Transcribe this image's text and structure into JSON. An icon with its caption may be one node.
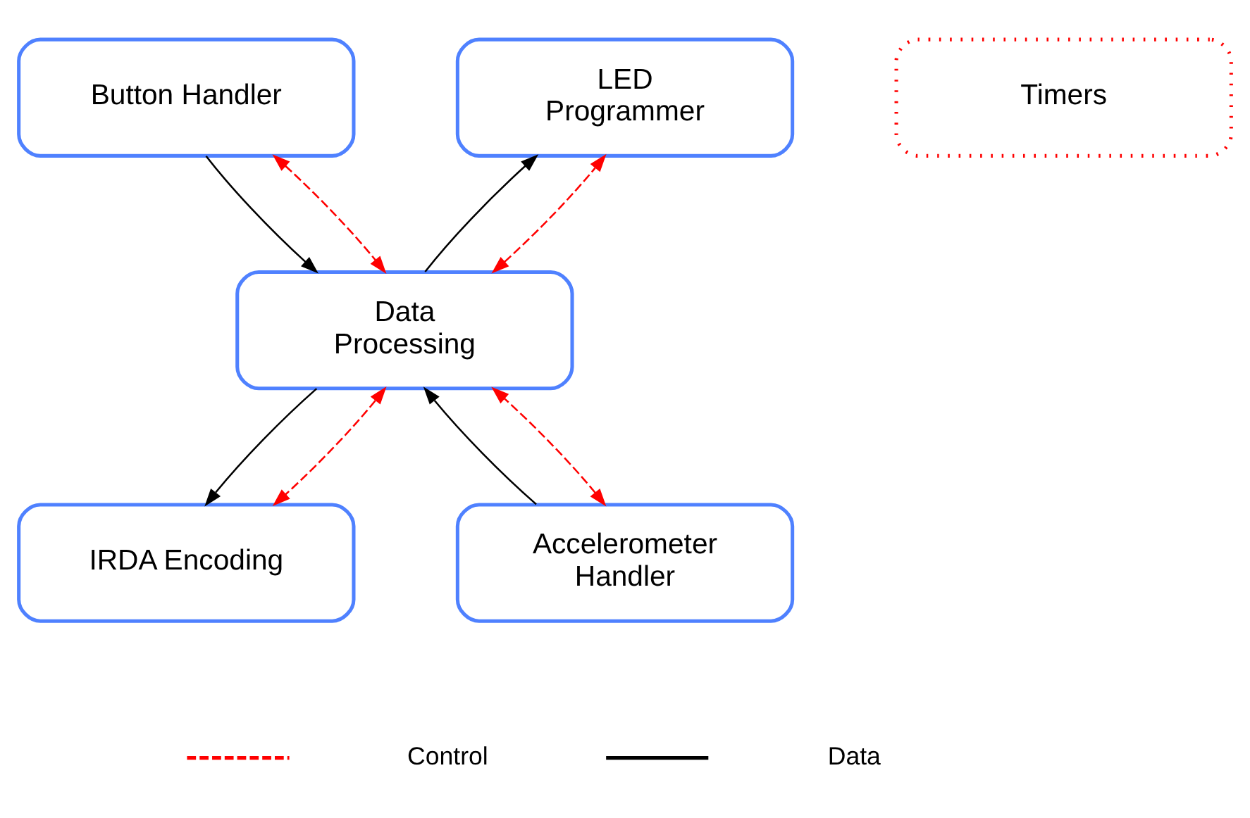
{
  "diagram": {
    "nodes": [
      {
        "text": [
          "Button Handler"
        ]
      },
      {
        "text": [
          "Timers"
        ]
      },
      {
        "text": [
          "LED Programmer"
        ]
      },
      {
        "text": [
          "Data Processing"
        ]
      },
      {
        "text": [
          "Accelerometer Handler"
        ]
      },
      {
        "text": [
          "IRDA Encoding"
        ]
      }
    ],
    "edges": [
      {
        "from": 0,
        "to": 3,
        "arrow": "to"
      },
      {
        "from": 0,
        "to": 3,
        "arrow": "both",
        "style": "dashed",
        "color": "#ff0000"
      },
      {
        "from": 3,
        "to": 2,
        "arrow": "to"
      },
      {
        "from": 3,
        "to": 2,
        "arrow": "both",
        "style": "dashed",
        "color": "#ff0000"
      },
      {
        "from": 4,
        "to": 3,
        "arrow": "to"
      },
      {
        "from": 4,
        "to": 3,
        "arrow": "both",
        "style": "dashed",
        "color": "#ff0000"
      },
      {
        "from": 3,
        "to": 5,
        "arrow": "to"
      },
      {
        "from": 3,
        "to": 5,
        "arrow": "both",
        "style": "dashed",
        "color": "#ff0000"
      }
    ],
    "legend": [
      {
        "text": "Control"
      },
      {
        "text": "Data"
      }
    ]
  }
}
